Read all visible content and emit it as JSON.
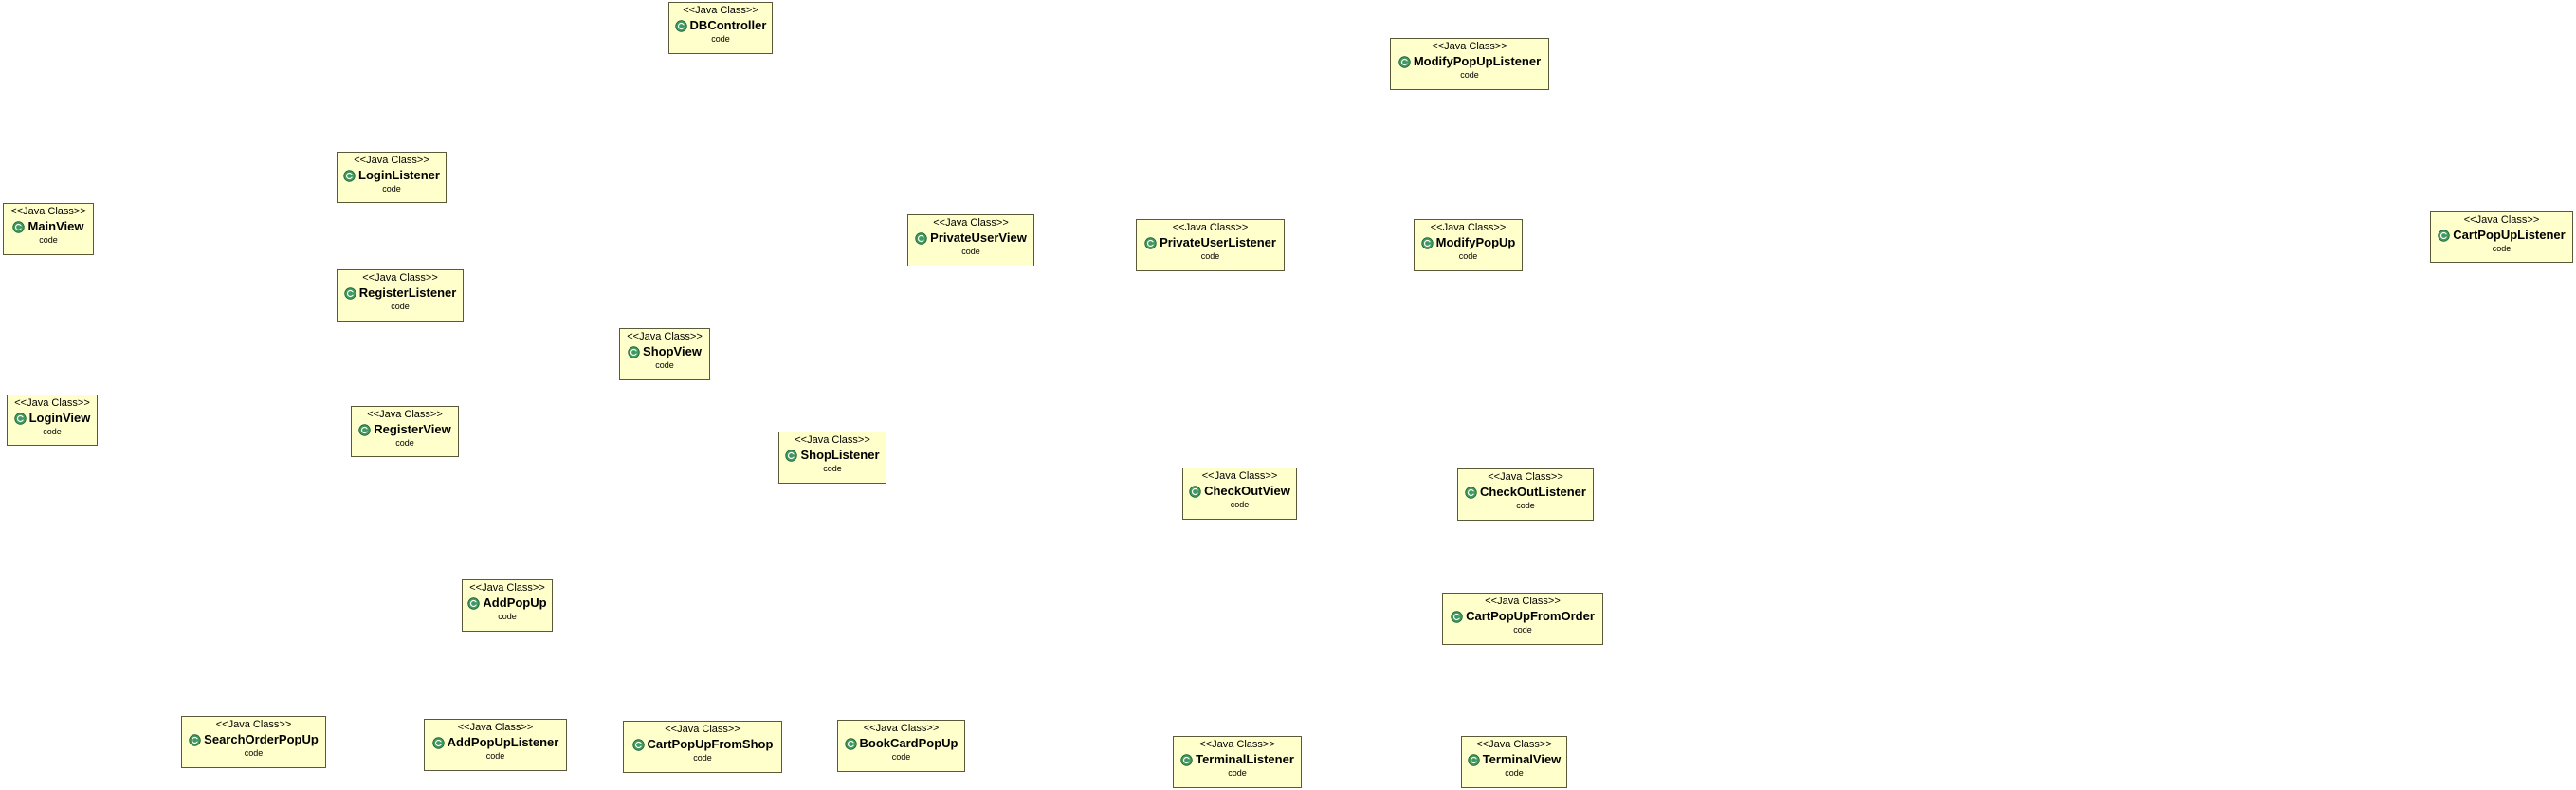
{
  "diagram": {
    "stereotype": "<<Java Class>>",
    "compartment_text": "code",
    "icon": "class-icon",
    "colors": {
      "box_fill": "#ffffcc",
      "box_border": "#5a5a3a",
      "icon_fill": "#3f9a5e"
    },
    "classes": [
      {
        "id": "dbcontroller",
        "name": "DBController"
      },
      {
        "id": "modifypopuplistener",
        "name": "ModifyPopUpListener"
      },
      {
        "id": "loginlistener",
        "name": "LoginListener"
      },
      {
        "id": "mainview",
        "name": "MainView"
      },
      {
        "id": "privateuserview",
        "name": "PrivateUserView"
      },
      {
        "id": "privateuserlistener",
        "name": "PrivateUserListener"
      },
      {
        "id": "modifypopup",
        "name": "ModifyPopUp"
      },
      {
        "id": "cartpopuplistener",
        "name": "CartPopUpListener"
      },
      {
        "id": "registerlistener",
        "name": "RegisterListener"
      },
      {
        "id": "shopview",
        "name": "ShopView"
      },
      {
        "id": "loginview",
        "name": "LoginView"
      },
      {
        "id": "registerview",
        "name": "RegisterView"
      },
      {
        "id": "shoplistener",
        "name": "ShopListener"
      },
      {
        "id": "checkoutview",
        "name": "CheckOutView"
      },
      {
        "id": "checkoutlistener",
        "name": "CheckOutListener"
      },
      {
        "id": "addpopup",
        "name": "AddPopUp"
      },
      {
        "id": "cartpopupfromorder",
        "name": "CartPopUpFromOrder"
      },
      {
        "id": "searchorderpopup",
        "name": "SearchOrderPopUp"
      },
      {
        "id": "addpopuplistener",
        "name": "AddPopUpListener"
      },
      {
        "id": "cartpopupfromshop",
        "name": "CartPopUpFromShop"
      },
      {
        "id": "bookcardpopup",
        "name": "BookCardPopUp"
      },
      {
        "id": "terminallistener",
        "name": "TerminalListener"
      },
      {
        "id": "terminalview",
        "name": "TerminalView"
      }
    ]
  }
}
